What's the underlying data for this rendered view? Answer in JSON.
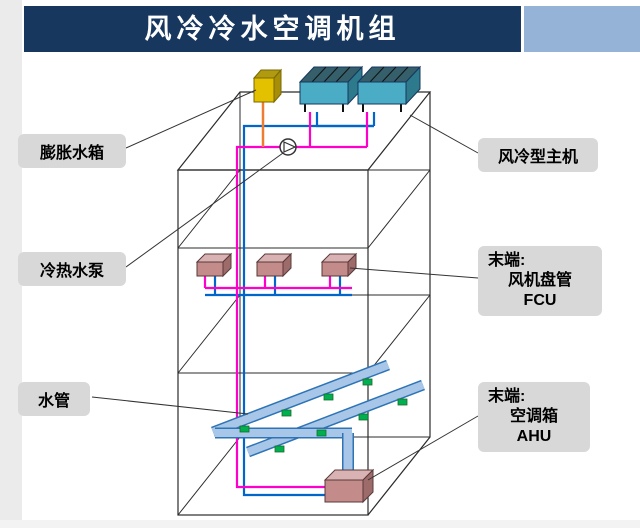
{
  "header": {
    "title": "风冷冷水空调机组"
  },
  "labels": {
    "expansion_tank": "膨胀水箱",
    "pump": "冷热水泵",
    "pipe": "水管",
    "main_unit": "风冷型主机",
    "fcu": {
      "line1": "末端:",
      "line2": "风机盘管",
      "line3": "FCU"
    },
    "ahu": {
      "line1": "末端:",
      "line2": "空调箱",
      "line3": "AHU"
    }
  },
  "colors": {
    "header_bg": "#17375E",
    "header_accent": "#95B3D7",
    "label_bg": "#D8D8D8",
    "supply_pipe_pink": "#FF00CC",
    "return_pipe_blue": "#0066CC",
    "duct_blue": "#A8C6E8",
    "duct_border": "#2E74B5",
    "diffuser_green": "#00B050",
    "condenser_teal": "#4BACC6",
    "tank_yellow": "#E3C000",
    "terminal_box_pink": "#C48B8B",
    "tank_pipe_orange": "#ED7D31"
  }
}
